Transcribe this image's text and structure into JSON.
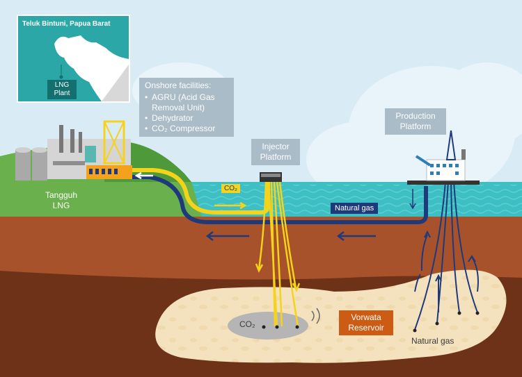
{
  "map_inset": {
    "title": "Teluk Bintuni, Papua Barat",
    "plant_label": "LNG Plant"
  },
  "onshore": {
    "title": "Onshore facilities:",
    "items": [
      "AGRU (Acid Gas Removal Unit)",
      "Dehydrator",
      "CO₂ Compressor"
    ]
  },
  "injector_label": "Injector Platform",
  "production_label": "Production Platform",
  "tangguh_label": "Tangguh LNG",
  "co2_pipe_label": "CO₂",
  "natural_gas_pipe_label": "Natural gas",
  "reservoir_label": "Vorwata Reservoir",
  "reservoir_gas_label": "Natural gas",
  "reservoir_co2_label": "CO₂",
  "colors": {
    "sky": "#d9ecf5",
    "sea": "#3ebfc3",
    "soil_upper": "#a8522c",
    "soil_lower": "#6e3219",
    "reservoir": "#f4e2bf",
    "co2_line": "#f5d31b",
    "gas_line": "#1f3a7a",
    "land": "#6ab04c"
  },
  "icons": [
    "lng-plant-icon",
    "injector-platform-icon",
    "production-platform-icon",
    "map-icon"
  ]
}
